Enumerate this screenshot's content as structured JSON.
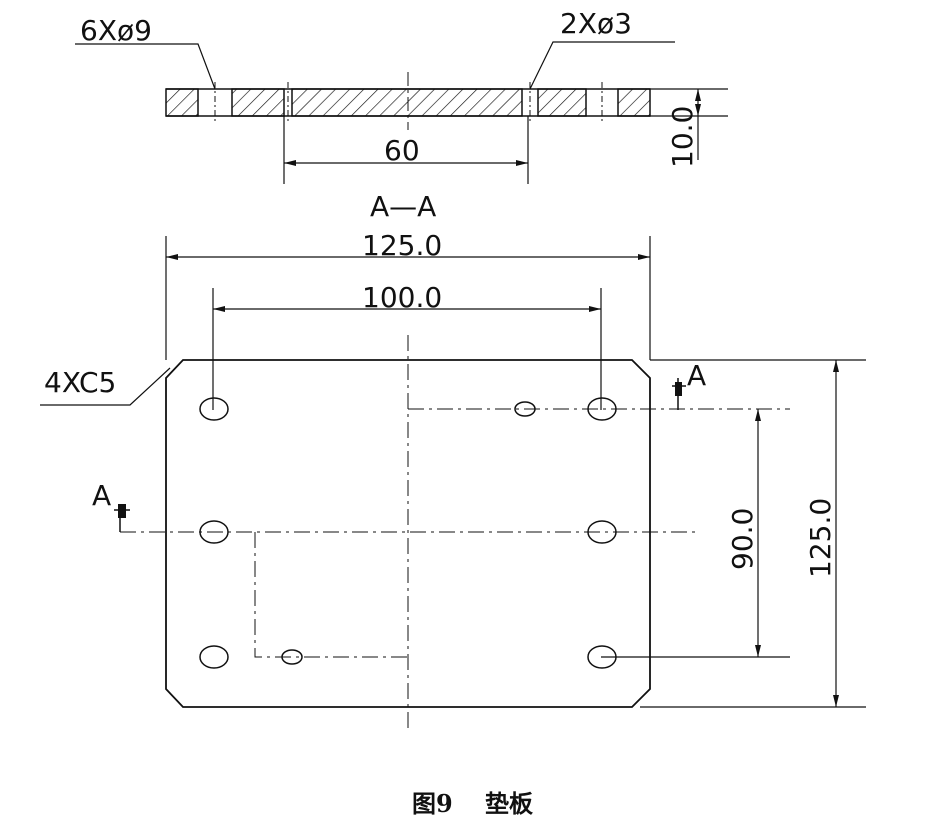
{
  "section_view": {
    "hole_callout_1": "6Xø9",
    "hole_callout_2": "2Xø3",
    "width_dim": "60",
    "thickness_dim": "10.0",
    "section_label": "A—A"
  },
  "plan_view": {
    "overall_width_dim": "125.0",
    "hole_spacing_dim": "100.0",
    "chamfer_callout": "4XC5",
    "hole_vertical_spacing_dim": "90.0",
    "overall_height_dim": "125.0",
    "section_marker_right": "A",
    "section_marker_left": "A"
  },
  "caption": {
    "figure_number": "图9",
    "title": "垫板"
  },
  "colors": {
    "line": "#111111",
    "background": "#ffffff"
  }
}
